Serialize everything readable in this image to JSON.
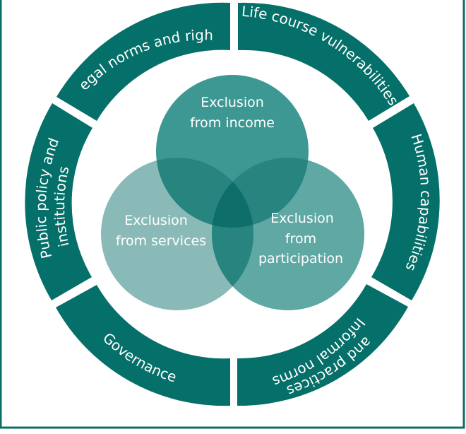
{
  "diagram": {
    "colors": {
      "ring": "#056F69",
      "border": "#0B6E68",
      "circle_income": "#3D9893",
      "circle_services": "#8ABAB7",
      "circle_participation": "#5FA8A4",
      "overlap_pair": "#27847F",
      "overlap_center": "#0E6E69",
      "text": "#FFFFFF"
    },
    "ring_segments": {
      "legal": "Legal norms and rights",
      "lifecourse": "Life course vulnerabilities",
      "human": "Human capabilities",
      "informal_line1": "Informal norms",
      "informal_line2": "and practices",
      "governance": "Governance",
      "public_line1": "Public policy and",
      "public_line2": "institutions"
    },
    "circles": {
      "income": {
        "line1": "Exclusion",
        "line2": "from income"
      },
      "services": {
        "line1": "Exclusion",
        "line2": "from  services"
      },
      "participation": {
        "line1": "Exclusion",
        "line2": "from",
        "line3": "participation"
      }
    }
  }
}
